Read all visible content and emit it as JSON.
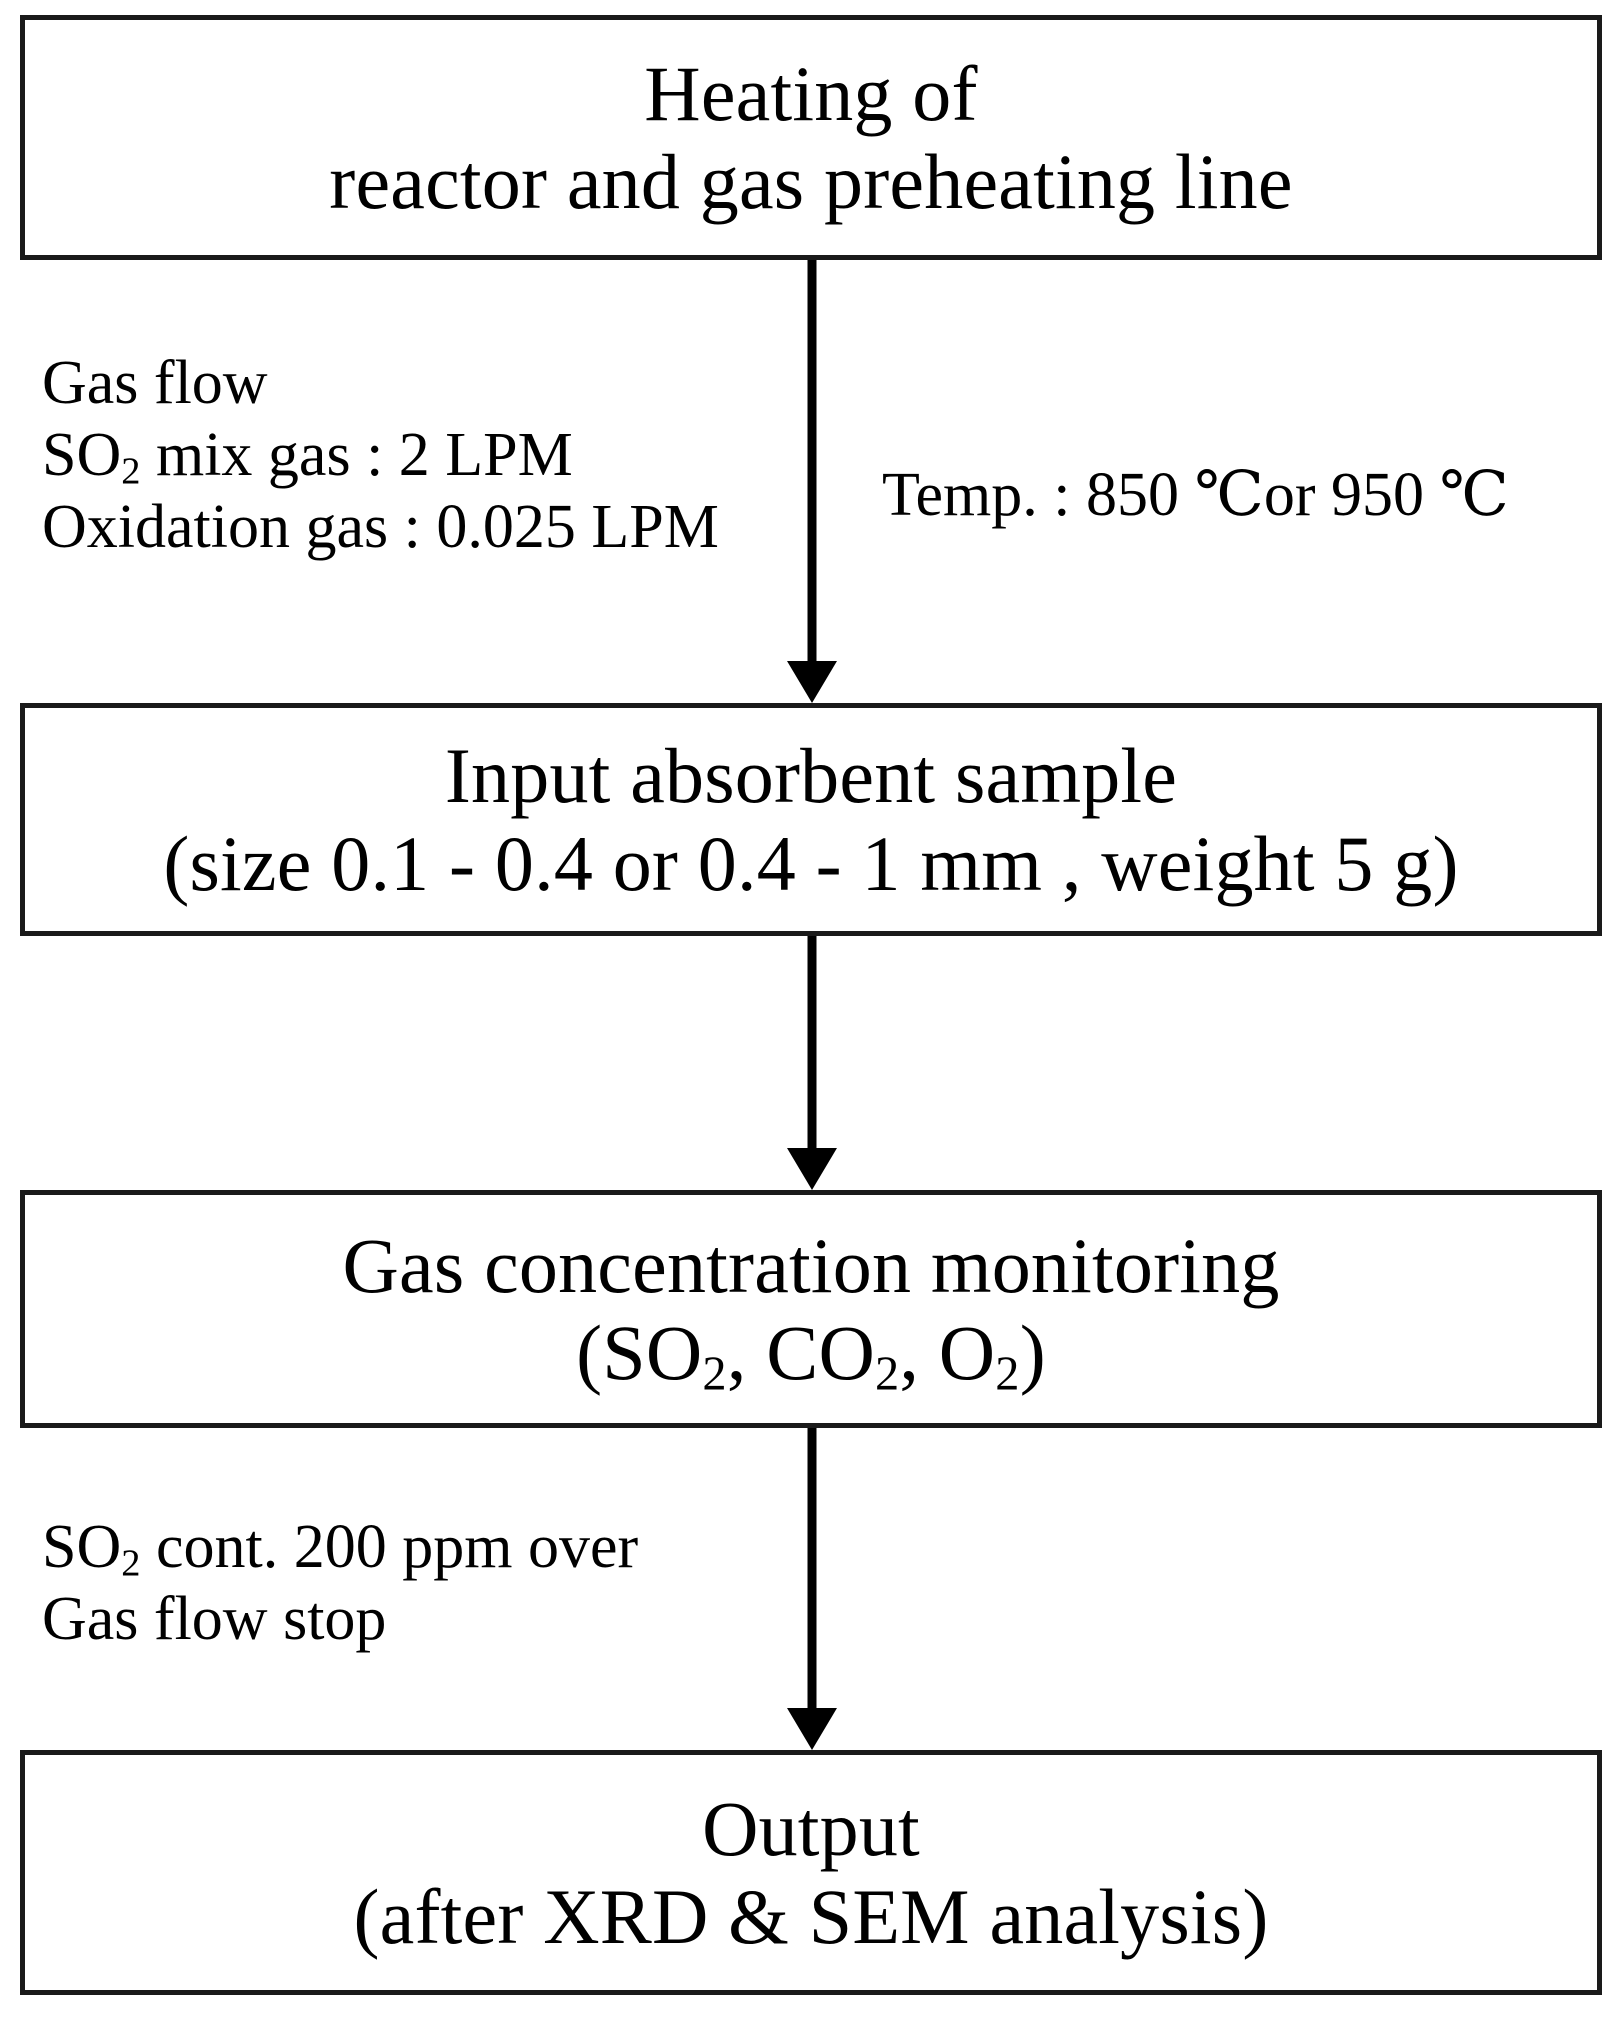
{
  "diagram": {
    "title": "Experimental procedure flowchart",
    "background_color": "#ffffff",
    "line_color": "#1a1a1a",
    "text_color": "#000000"
  },
  "boxes": [
    {
      "id": "heating",
      "line1": "Heating of",
      "line2": "reactor and gas preheating line"
    },
    {
      "id": "input-sample",
      "line1": "Input absorbent sample",
      "line2": "(size 0.1 - 0.4 or 0.4 - 1 mm , weight 5 g)"
    },
    {
      "id": "gas-monitoring",
      "line1": "Gas concentration monitoring",
      "line2_prefix": "(SO",
      "line2_sub1": "2",
      "line2_mid1": ", CO",
      "line2_sub2": "2",
      "line2_mid2": ", O",
      "line2_sub3": "2",
      "line2_suffix": ")"
    },
    {
      "id": "output",
      "line1": "Output",
      "line2": "(after XRD & SEM analysis)"
    }
  ],
  "annotations": {
    "gas_flow": {
      "line1": "Gas flow",
      "line2_prefix": "SO",
      "line2_sub": "2",
      "line2_rest": " mix gas : 2 LPM",
      "line3": "Oxidation gas : 0.025 LPM"
    },
    "temperature": {
      "label": "Temp. : 850 ",
      "unit1": "℃",
      "middle": "or 950 ",
      "unit2": "℃"
    },
    "stop_condition": {
      "line1_prefix": "SO",
      "line1_sub": "2",
      "line1_rest": " cont. 200 ppm over",
      "line2": "Gas flow stop"
    }
  },
  "connectors": [
    {
      "id": "heating-to-input",
      "from": "heating",
      "to": "input-sample"
    },
    {
      "id": "input-to-monitoring",
      "from": "input-sample",
      "to": "gas-monitoring"
    },
    {
      "id": "monitoring-to-output",
      "from": "gas-monitoring",
      "to": "output"
    }
  ]
}
